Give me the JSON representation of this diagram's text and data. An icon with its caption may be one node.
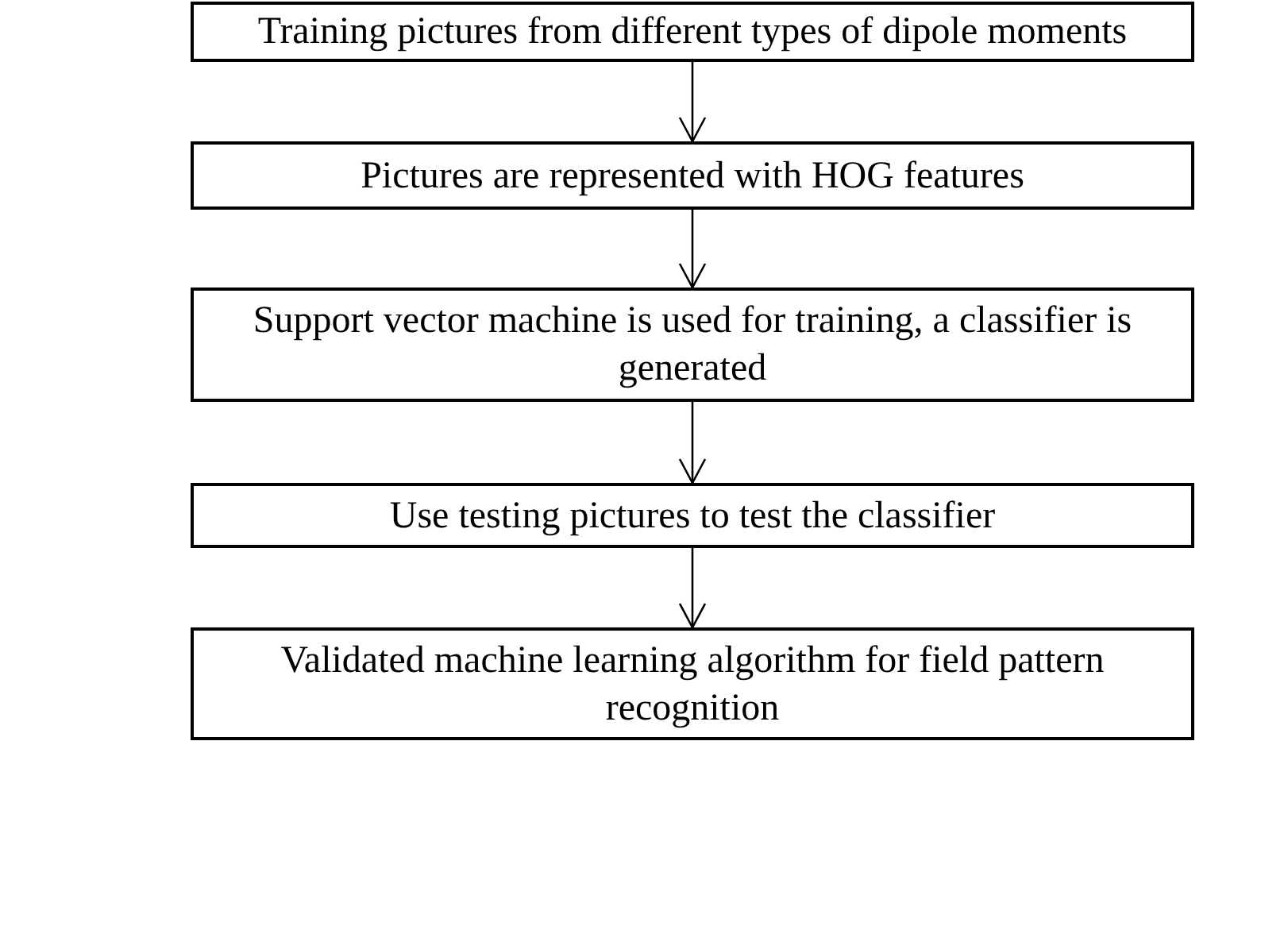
{
  "diagram": {
    "nodes": [
      {
        "text": [
          "Training pictures from different types of dipole moments"
        ]
      },
      {
        "text": [
          "Pictures are represented with HOG features"
        ]
      },
      {
        "text": [
          "Support vector machine is used for training, a classifier is generated"
        ]
      },
      {
        "text": [
          "Use testing pictures to test the classifier"
        ]
      },
      {
        "text": [
          "Validated machine learning algorithm for field pattern recognition"
        ]
      }
    ],
    "edges": [
      {
        "from": 0,
        "to": 1,
        "arrow": "to"
      },
      {
        "from": 1,
        "to": 2,
        "arrow": "to"
      },
      {
        "from": 2,
        "to": 3,
        "arrow": "to"
      },
      {
        "from": 3,
        "to": 4,
        "arrow": "to"
      }
    ]
  }
}
